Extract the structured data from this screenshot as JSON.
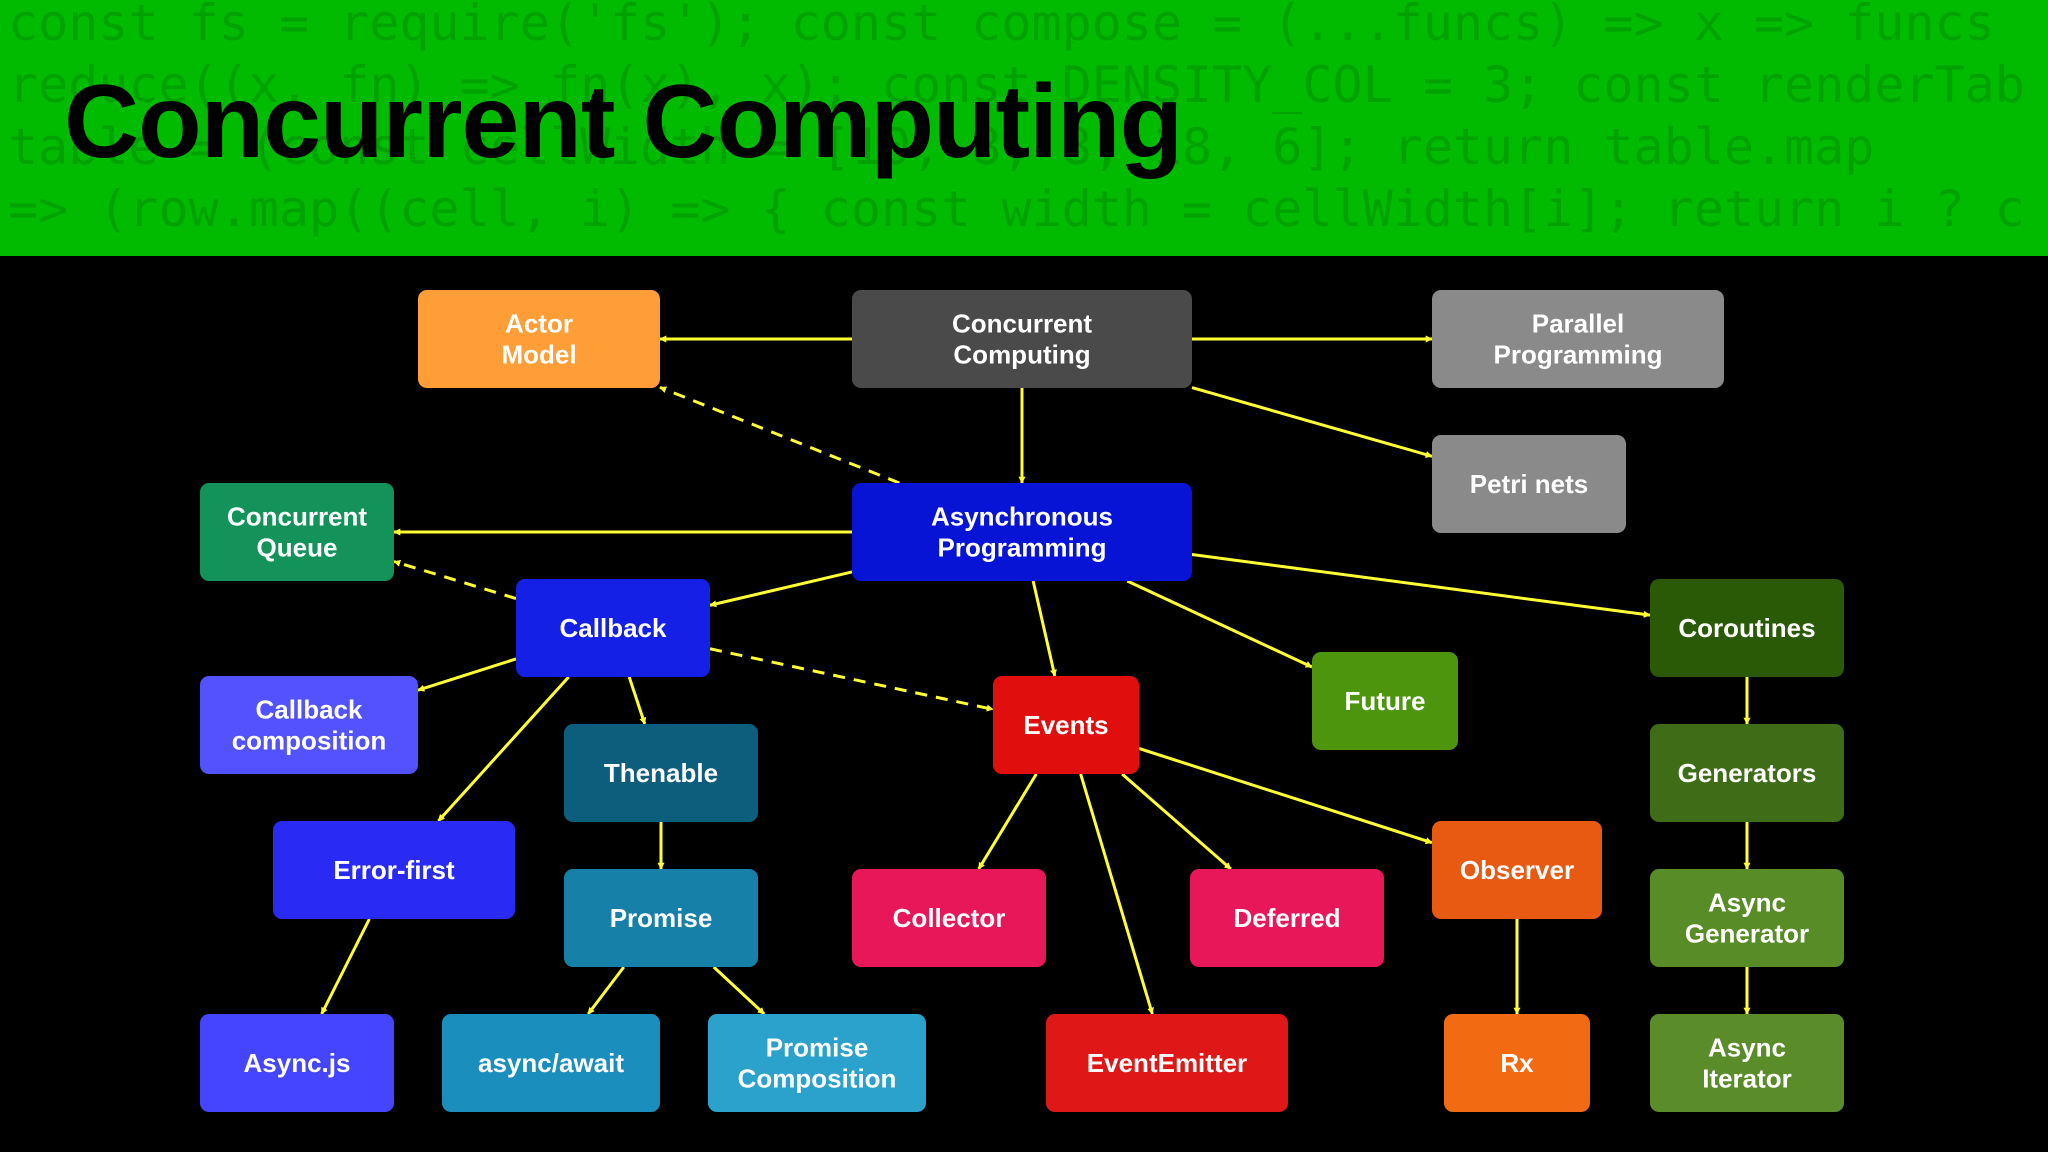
{
  "header": {
    "title": "Concurrent Computing",
    "code_lines": [
      "const fs = require('fs'); const compose = (...funcs) => x => funcs",
      "reduce((x, fn) => fn(x), x); const DENSITY_COL = 3; const renderTab",
      "table = (const cellWidth = [10, 8, 8, 18, 6]; return table.map",
      "=> (row.map((cell, i) => { const width = cellWidth[i]; return i ? c"
    ]
  },
  "colors": {
    "header_bg": "#00bb00",
    "canvas_bg": "#000000",
    "edge": "#ffff33"
  },
  "nodes": [
    {
      "id": "actor",
      "label": "Actor\nModel",
      "color": "#ff9e36"
    },
    {
      "id": "cc",
      "label": "Concurrent\nComputing",
      "color": "#4a4a4a"
    },
    {
      "id": "pp",
      "label": "Parallel\nProgramming",
      "color": "#8a8a8a"
    },
    {
      "id": "petri",
      "label": "Petri nets",
      "color": "#8a8a8a"
    },
    {
      "id": "cq",
      "label": "Concurrent\nQueue",
      "color": "#13935a"
    },
    {
      "id": "async",
      "label": "Asynchronous\nProgramming",
      "color": "#0714d6"
    },
    {
      "id": "callback",
      "label": "Callback",
      "color": "#1520e6"
    },
    {
      "id": "coroutines",
      "label": "Coroutines",
      "color": "#2a5a06"
    },
    {
      "id": "cbcomp",
      "label": "Callback\ncomposition",
      "color": "#5252ff"
    },
    {
      "id": "events",
      "label": "Events",
      "color": "#e10e0e"
    },
    {
      "id": "future",
      "label": "Future",
      "color": "#4d950d"
    },
    {
      "id": "thenable",
      "label": "Thenable",
      "color": "#0c5e7c"
    },
    {
      "id": "generators",
      "label": "Generators",
      "color": "#3f6c17"
    },
    {
      "id": "errfirst",
      "label": "Error-first",
      "color": "#2a2af5"
    },
    {
      "id": "promise",
      "label": "Promise",
      "color": "#1680a8"
    },
    {
      "id": "collector",
      "label": "Collector",
      "color": "#e8175a"
    },
    {
      "id": "deferred",
      "label": "Deferred",
      "color": "#e8175a"
    },
    {
      "id": "observer",
      "label": "Observer",
      "color": "#e85a12"
    },
    {
      "id": "asyncgen",
      "label": "Async\nGenerator",
      "color": "#588c26"
    },
    {
      "id": "asyncjs",
      "label": "Async.js",
      "color": "#4545ff"
    },
    {
      "id": "asyncawait",
      "label": "async/await",
      "color": "#1a8fbd"
    },
    {
      "id": "promcomp",
      "label": "Promise\nComposition",
      "color": "#2aa2cc"
    },
    {
      "id": "emitter",
      "label": "EventEmitter",
      "color": "#e01717"
    },
    {
      "id": "rx",
      "label": "Rx",
      "color": "#f26a12"
    },
    {
      "id": "asynciter",
      "label": "Async\nIterator",
      "color": "#5a8c2a"
    }
  ],
  "edges": [
    {
      "from": "cc",
      "to": "actor",
      "style": "solid"
    },
    {
      "from": "cc",
      "to": "pp",
      "style": "solid"
    },
    {
      "from": "cc",
      "to": "petri",
      "style": "solid"
    },
    {
      "from": "cc",
      "to": "async",
      "style": "solid"
    },
    {
      "from": "async",
      "to": "actor",
      "style": "dashed"
    },
    {
      "from": "async",
      "to": "cq",
      "style": "solid"
    },
    {
      "from": "async",
      "to": "callback",
      "style": "solid"
    },
    {
      "from": "async",
      "to": "events",
      "style": "solid"
    },
    {
      "from": "async",
      "to": "future",
      "style": "solid"
    },
    {
      "from": "async",
      "to": "coroutines",
      "style": "solid"
    },
    {
      "from": "callback",
      "to": "cq",
      "style": "dashed"
    },
    {
      "from": "callback",
      "to": "cbcomp",
      "style": "solid"
    },
    {
      "from": "callback",
      "to": "errfirst",
      "style": "solid"
    },
    {
      "from": "callback",
      "to": "thenable",
      "style": "solid"
    },
    {
      "from": "callback",
      "to": "events",
      "style": "dashed"
    },
    {
      "from": "thenable",
      "to": "promise",
      "style": "solid"
    },
    {
      "from": "promise",
      "to": "asyncawait",
      "style": "solid"
    },
    {
      "from": "promise",
      "to": "promcomp",
      "style": "solid"
    },
    {
      "from": "errfirst",
      "to": "asyncjs",
      "style": "solid"
    },
    {
      "from": "events",
      "to": "collector",
      "style": "solid"
    },
    {
      "from": "events",
      "to": "emitter",
      "style": "solid"
    },
    {
      "from": "events",
      "to": "deferred",
      "style": "solid"
    },
    {
      "from": "events",
      "to": "observer",
      "style": "solid"
    },
    {
      "from": "observer",
      "to": "rx",
      "style": "solid"
    },
    {
      "from": "coroutines",
      "to": "generators",
      "style": "solid"
    },
    {
      "from": "generators",
      "to": "asyncgen",
      "style": "solid"
    },
    {
      "from": "asyncgen",
      "to": "asynciter",
      "style": "solid"
    }
  ]
}
